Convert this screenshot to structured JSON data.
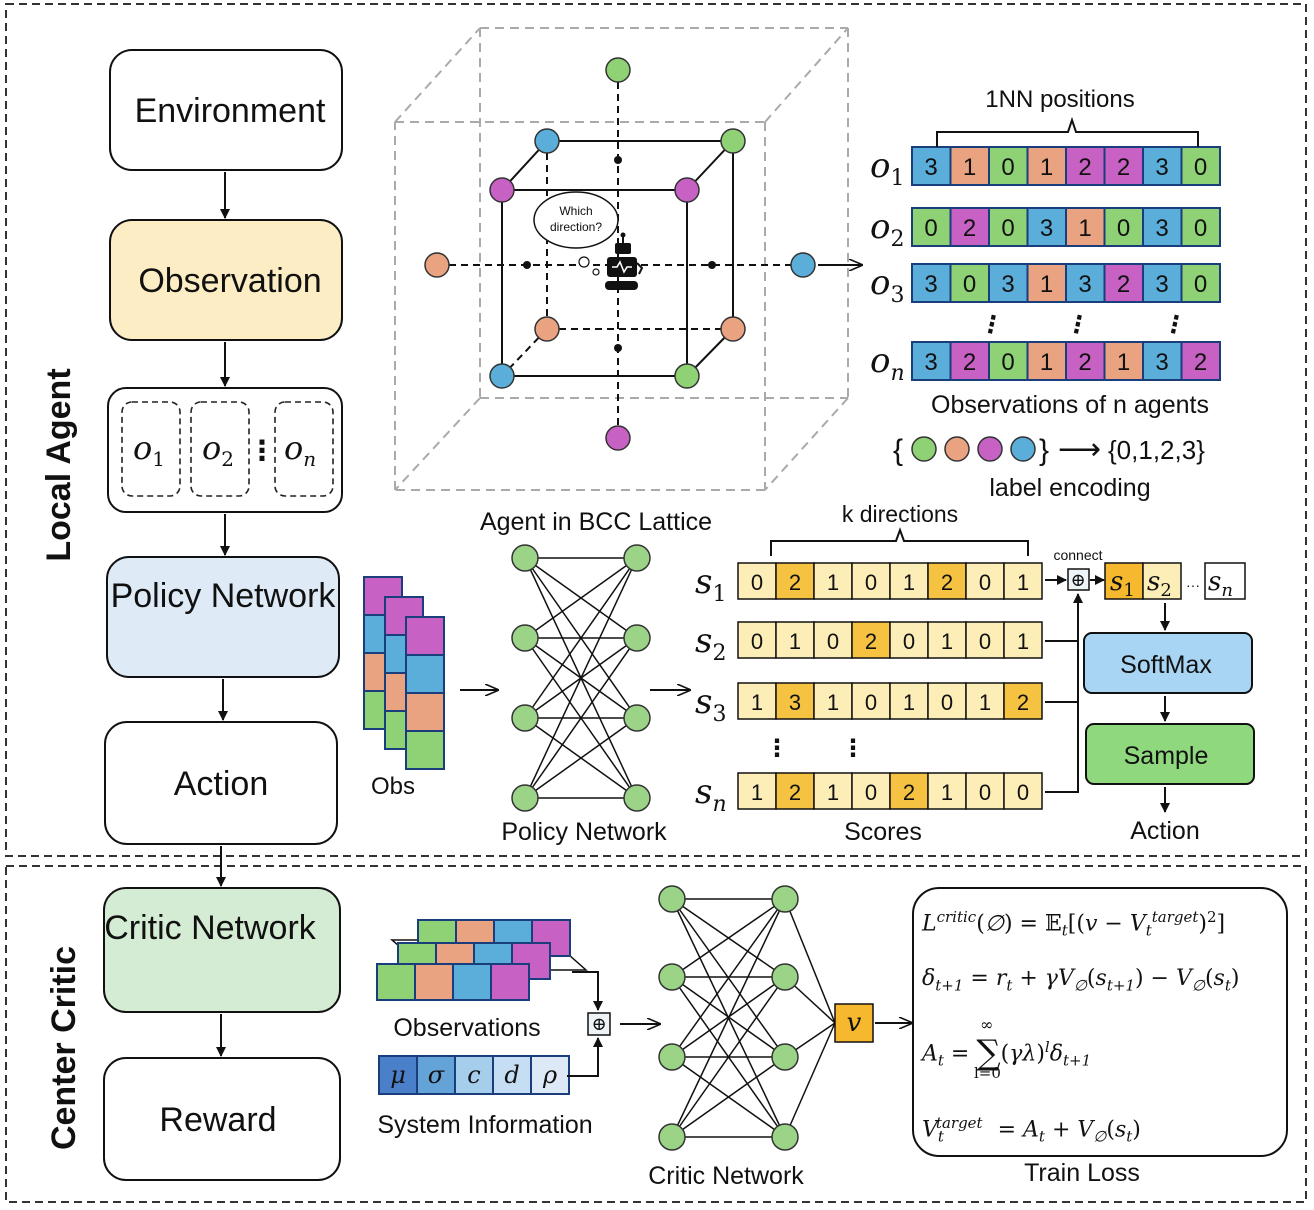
{
  "sections": {
    "local_agent": "Local Agent",
    "center_critic": "Center Critic"
  },
  "flow": {
    "environment": "Environment",
    "observation": "Observation",
    "policy_network": "Policy Network",
    "action": "Action",
    "critic_network": "Critic Network",
    "reward": "Reward"
  },
  "obs_group": {
    "o": "o",
    "sub1": "1",
    "sub2": "2",
    "subn": "n",
    "dots": "⋮"
  },
  "lattice": {
    "caption": "Agent in BCC Lattice",
    "bubble_line1": "Which",
    "bubble_line2": "direction?"
  },
  "observations": {
    "header": "1NN positions",
    "caption": "Observations of n agents",
    "rows": [
      {
        "label": "o",
        "sub": "1",
        "values": [
          3,
          1,
          0,
          1,
          2,
          2,
          3,
          0
        ]
      },
      {
        "label": "o",
        "sub": "2",
        "values": [
          0,
          2,
          0,
          3,
          1,
          0,
          3,
          0
        ]
      },
      {
        "label": "o",
        "sub": "3",
        "values": [
          3,
          0,
          3,
          1,
          3,
          2,
          3,
          0
        ]
      },
      {
        "label": "o",
        "sub": "n",
        "values": [
          3,
          2,
          0,
          1,
          2,
          1,
          3,
          2
        ]
      }
    ],
    "vdots": "⋮"
  },
  "encoding": {
    "open": "{",
    "close": "}",
    "arrow": "⟶",
    "result": "{0,1,2,3}",
    "caption": "label encoding"
  },
  "policy": {
    "obs_label": "Obs",
    "net_label": "Policy Network"
  },
  "scores": {
    "header": "k directions",
    "caption": "Scores",
    "rows": [
      {
        "label": "s",
        "sub": "1",
        "values": [
          0,
          2,
          1,
          0,
          1,
          2,
          0,
          1
        ]
      },
      {
        "label": "s",
        "sub": "2",
        "values": [
          0,
          1,
          0,
          2,
          0,
          1,
          0,
          1
        ]
      },
      {
        "label": "s",
        "sub": "3",
        "values": [
          1,
          3,
          1,
          0,
          1,
          0,
          1,
          2
        ]
      },
      {
        "label": "s",
        "sub": "n",
        "values": [
          1,
          2,
          1,
          0,
          2,
          1,
          0,
          0
        ]
      }
    ],
    "vdots": "⋮"
  },
  "selection": {
    "connect": "connect",
    "oplus": "⊕",
    "s1": "s",
    "s1_sub": "1",
    "s2": "s",
    "s2_sub": "2",
    "sdots": "···",
    "sn": "s",
    "sn_sub": "n",
    "softmax": "SoftMax",
    "sample": "Sample",
    "action": "Action"
  },
  "critic": {
    "obs_caption": "Observations",
    "sys_caption": "System Information",
    "sys_symbols": [
      "μ",
      "σ",
      "c",
      "d",
      "ρ"
    ],
    "net_caption": "Critic Network",
    "v": "v",
    "loss_caption": "Train Loss"
  },
  "colors": {
    "c0": "#8fd275",
    "c1": "#e9a380",
    "c2": "#c861c4",
    "c3": "#5aaed9",
    "flow_env": "#ffffff",
    "flow_obs": "#fdedc4",
    "flow_policy": "#deebf7",
    "flow_critic": "#d5ecd4",
    "softmax": "#a9d5f5",
    "sample": "#8fd87e",
    "score_hi": "#f5c242",
    "score_lo": "#fdedb7",
    "v": "#f5b82e"
  }
}
